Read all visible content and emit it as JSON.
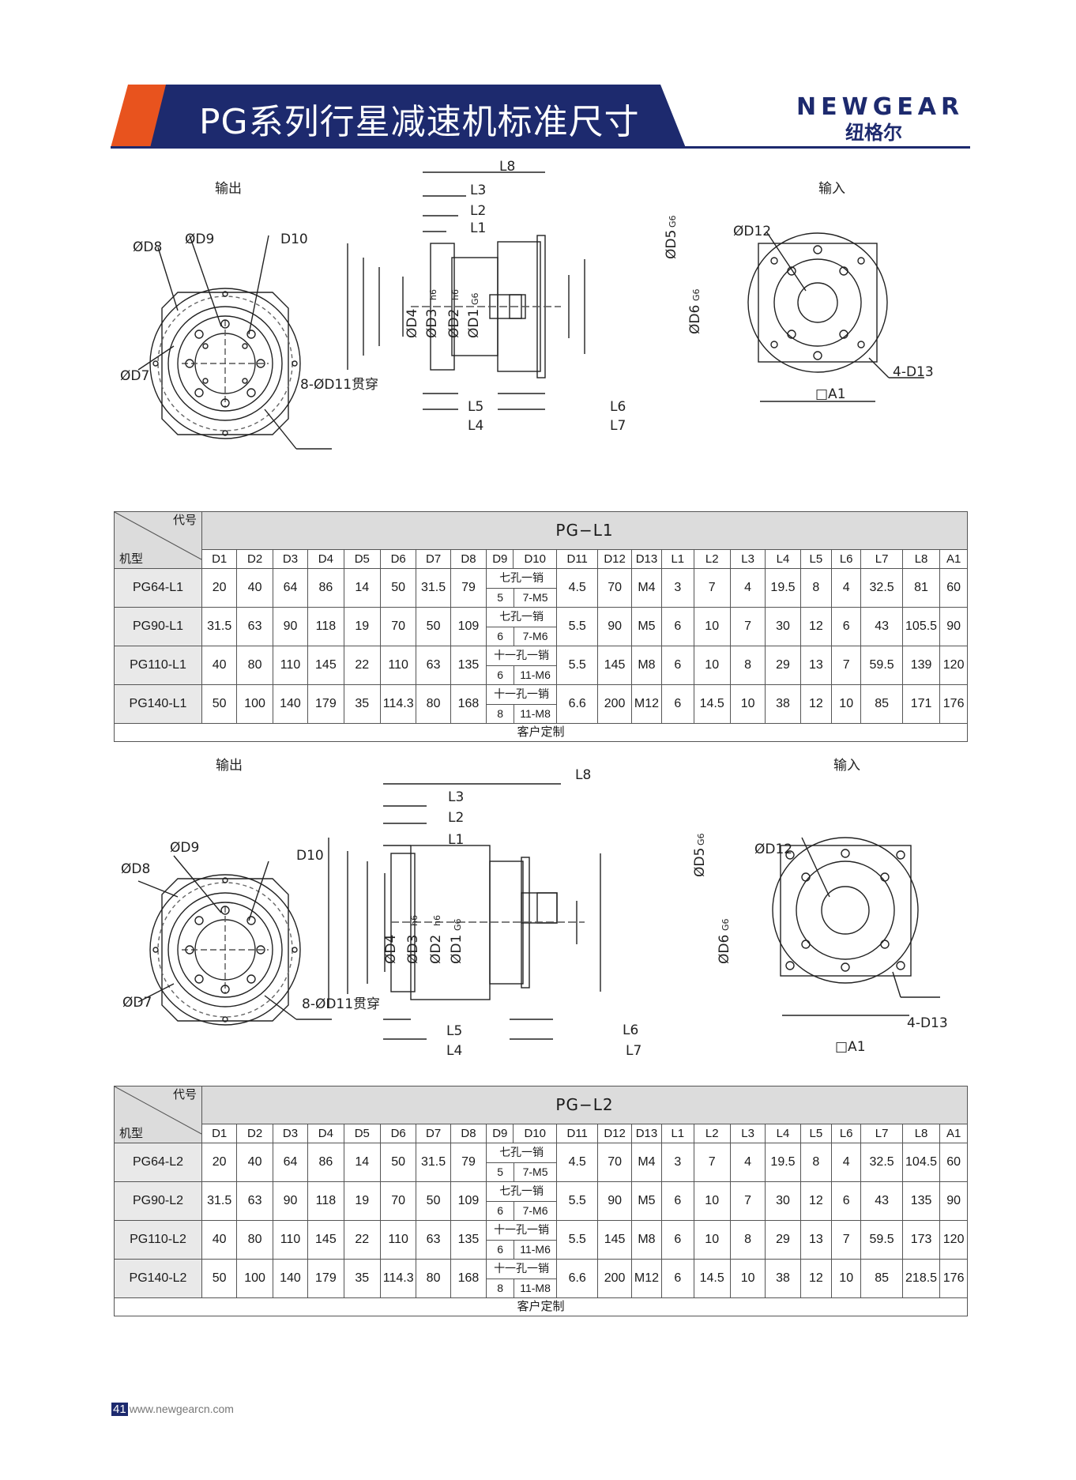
{
  "header": {
    "title": "PG系列行星减速机标准尺寸",
    "brand_en": "NEWGEAR",
    "brand_cn": "纽格尔",
    "colors": {
      "orange": "#e8531e",
      "navy": "#1d2a6e"
    }
  },
  "drawing_labels": {
    "output": "输出",
    "input": "输入",
    "d9": "ØD9",
    "d8": "ØD8",
    "d10": "D10",
    "d7": "ØD7",
    "d11": "8-ØD11贯穿",
    "d12": "ØD12",
    "d13": "4-D13",
    "a1": "□A1",
    "l1": "L1",
    "l2": "L2",
    "l3": "L3",
    "l4": "L4",
    "l5": "L5",
    "l6": "L6",
    "l7": "L7",
    "l8": "L8",
    "d4": "ØD4",
    "d3": "ØD3",
    "d3tol": "h6",
    "d2": "ØD2",
    "d2tol": "h6",
    "d1": "ØD1",
    "d1tol": "G6",
    "d5": "ØD5",
    "d5tol": "G6",
    "d6": "ØD6",
    "d6tol": "G6"
  },
  "table_common": {
    "corner_code": "代号",
    "corner_model": "机型",
    "columns": [
      "D1",
      "D2",
      "D3",
      "D4",
      "D5",
      "D6",
      "D7",
      "D8",
      "D9",
      "D10",
      "D11",
      "D12",
      "D13",
      "L1",
      "L2",
      "L3",
      "L4",
      "L5",
      "L6",
      "L7",
      "L8",
      "A1"
    ],
    "footer": "客户定制"
  },
  "tables": [
    {
      "series": "PG−L1",
      "rows": [
        {
          "model": "PG64-L1",
          "v": [
            "20",
            "40",
            "64",
            "86",
            "14",
            "50",
            "31.5",
            "79"
          ],
          "d9_desc": "七孔一销",
          "d9": "5",
          "d10": "7-M5",
          "w": [
            "4.5",
            "70",
            "M4",
            "3",
            "7",
            "4",
            "19.5",
            "8",
            "4",
            "32.5",
            "81",
            "60"
          ]
        },
        {
          "model": "PG90-L1",
          "v": [
            "31.5",
            "63",
            "90",
            "118",
            "19",
            "70",
            "50",
            "109"
          ],
          "d9_desc": "七孔一销",
          "d9": "6",
          "d10": "7-M6",
          "w": [
            "5.5",
            "90",
            "M5",
            "6",
            "10",
            "7",
            "30",
            "12",
            "6",
            "43",
            "105.5",
            "90"
          ]
        },
        {
          "model": "PG110-L1",
          "v": [
            "40",
            "80",
            "110",
            "145",
            "22",
            "110",
            "63",
            "135"
          ],
          "d9_desc": "十一孔一销",
          "d9": "6",
          "d10": "11-M6",
          "w": [
            "5.5",
            "145",
            "M8",
            "6",
            "10",
            "8",
            "29",
            "13",
            "7",
            "59.5",
            "139",
            "120"
          ]
        },
        {
          "model": "PG140-L1",
          "v": [
            "50",
            "100",
            "140",
            "179",
            "35",
            "114.3",
            "80",
            "168"
          ],
          "d9_desc": "十一孔一销",
          "d9": "8",
          "d10": "11-M8",
          "w": [
            "6.6",
            "200",
            "M12",
            "6",
            "14.5",
            "10",
            "38",
            "12",
            "10",
            "85",
            "171",
            "176"
          ]
        }
      ]
    },
    {
      "series": "PG−L2",
      "rows": [
        {
          "model": "PG64-L2",
          "v": [
            "20",
            "40",
            "64",
            "86",
            "14",
            "50",
            "31.5",
            "79"
          ],
          "d9_desc": "七孔一销",
          "d9": "5",
          "d10": "7-M5",
          "w": [
            "4.5",
            "70",
            "M4",
            "3",
            "7",
            "4",
            "19.5",
            "8",
            "4",
            "32.5",
            "104.5",
            "60"
          ]
        },
        {
          "model": "PG90-L2",
          "v": [
            "31.5",
            "63",
            "90",
            "118",
            "19",
            "70",
            "50",
            "109"
          ],
          "d9_desc": "七孔一销",
          "d9": "6",
          "d10": "7-M6",
          "w": [
            "5.5",
            "90",
            "M5",
            "6",
            "10",
            "7",
            "30",
            "12",
            "6",
            "43",
            "135",
            "90"
          ]
        },
        {
          "model": "PG110-L2",
          "v": [
            "40",
            "80",
            "110",
            "145",
            "22",
            "110",
            "63",
            "135"
          ],
          "d9_desc": "十一孔一销",
          "d9": "6",
          "d10": "11-M6",
          "w": [
            "5.5",
            "145",
            "M8",
            "6",
            "10",
            "8",
            "29",
            "13",
            "7",
            "59.5",
            "173",
            "120"
          ]
        },
        {
          "model": "PG140-L2",
          "v": [
            "50",
            "100",
            "140",
            "179",
            "35",
            "114.3",
            "80",
            "168"
          ],
          "d9_desc": "十一孔一销",
          "d9": "8",
          "d10": "11-M8",
          "w": [
            "6.6",
            "200",
            "M12",
            "6",
            "14.5",
            "10",
            "38",
            "12",
            "10",
            "85",
            "218.5",
            "176"
          ]
        }
      ]
    }
  ],
  "footer": {
    "page": "41",
    "url": "www.newgearcn.com"
  }
}
